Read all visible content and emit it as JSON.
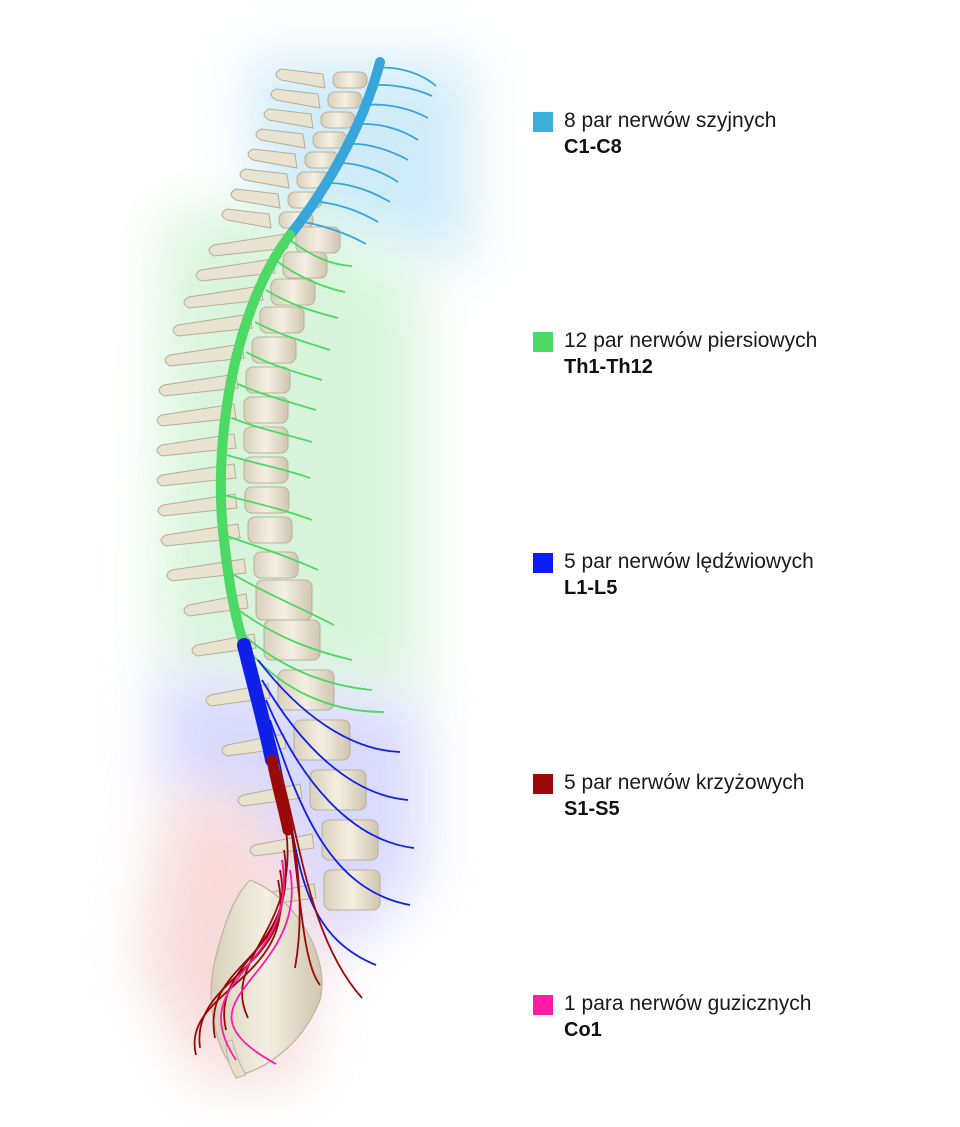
{
  "legend": [
    {
      "color": "#3aafdc",
      "title": "8 par nerwów szyjnych",
      "code": "C1-C8"
    },
    {
      "color": "#4cd964",
      "title": "12 par nerwów piersiowych",
      "code": "Th1-Th12"
    },
    {
      "color": "#0a1cf5",
      "title": "5 par nerwów lędźwiowych",
      "code": "L1-L5"
    },
    {
      "color": "#9a0a0a",
      "title": "5 par nerwów krzyżowych",
      "code": "S1-S5"
    },
    {
      "color": "#ff1aa8",
      "title": "1 para nerwów guzicznych",
      "code": "Co1"
    }
  ]
}
